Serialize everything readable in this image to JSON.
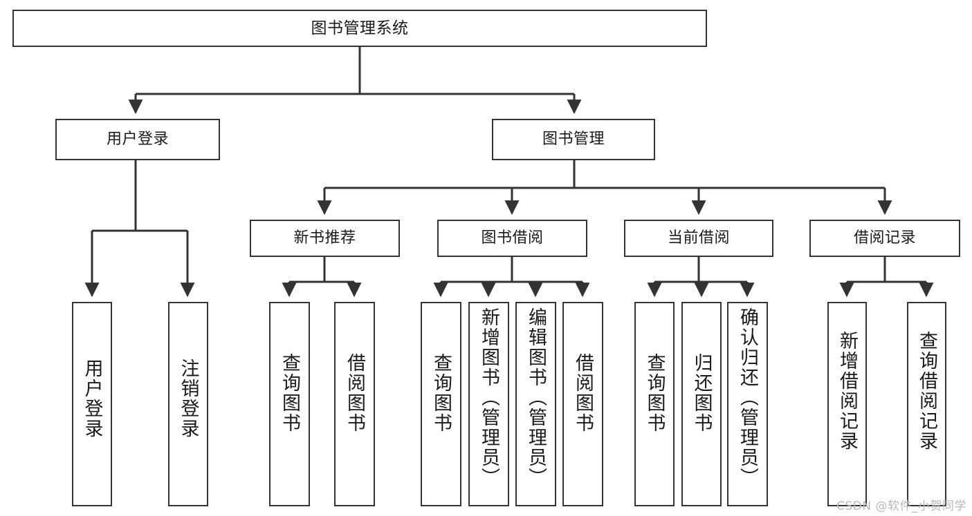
{
  "diagram": {
    "type": "tree",
    "title": "图书管理系统",
    "root": {
      "id": "root",
      "label": "图书管理系统"
    },
    "level2": [
      {
        "id": "user-login",
        "label": "用户登录"
      },
      {
        "id": "book-management",
        "label": "图书管理"
      }
    ],
    "level3": [
      {
        "id": "new-book-recommend",
        "label": "新书推荐",
        "parent": "book-management"
      },
      {
        "id": "book-borrow",
        "label": "图书借阅",
        "parent": "book-management"
      },
      {
        "id": "current-borrow",
        "label": "当前借阅",
        "parent": "book-management"
      },
      {
        "id": "borrow-record",
        "label": "借阅记录",
        "parent": "book-management"
      }
    ],
    "leaves": [
      {
        "id": "leaf-user-login",
        "label": "用户登录",
        "parent": "user-login"
      },
      {
        "id": "leaf-logout",
        "label": "注销登录",
        "parent": "user-login"
      },
      {
        "id": "leaf-query-book-1",
        "label": "查询图书",
        "parent": "new-book-recommend"
      },
      {
        "id": "leaf-borrow-book-1",
        "label": "借阅图书",
        "parent": "new-book-recommend"
      },
      {
        "id": "leaf-query-book-2",
        "label": "查询图书",
        "parent": "book-borrow"
      },
      {
        "id": "leaf-add-book",
        "label": "新增图书（管理员）",
        "parent": "book-borrow"
      },
      {
        "id": "leaf-edit-book",
        "label": "编辑图书（管理员）",
        "parent": "book-borrow"
      },
      {
        "id": "leaf-borrow-book-2",
        "label": "借阅图书",
        "parent": "book-borrow"
      },
      {
        "id": "leaf-query-book-3",
        "label": "查询图书",
        "parent": "current-borrow"
      },
      {
        "id": "leaf-return-book",
        "label": "归还图书",
        "parent": "current-borrow"
      },
      {
        "id": "leaf-confirm-return",
        "label": "确认归还（管理员）",
        "parent": "current-borrow"
      },
      {
        "id": "leaf-add-record",
        "label": "新增借阅记录",
        "parent": "borrow-record"
      },
      {
        "id": "leaf-query-record",
        "label": "查询借阅记录",
        "parent": "borrow-record"
      }
    ],
    "colors": {
      "node_border": "#333333",
      "node_fill": "#ffffff",
      "edge": "#333333",
      "text": "#1a1a1a",
      "watermark": "#b9b9b9",
      "background": "#ffffff"
    }
  },
  "watermark": {
    "text": "CSDN @软件_小贺同学"
  }
}
